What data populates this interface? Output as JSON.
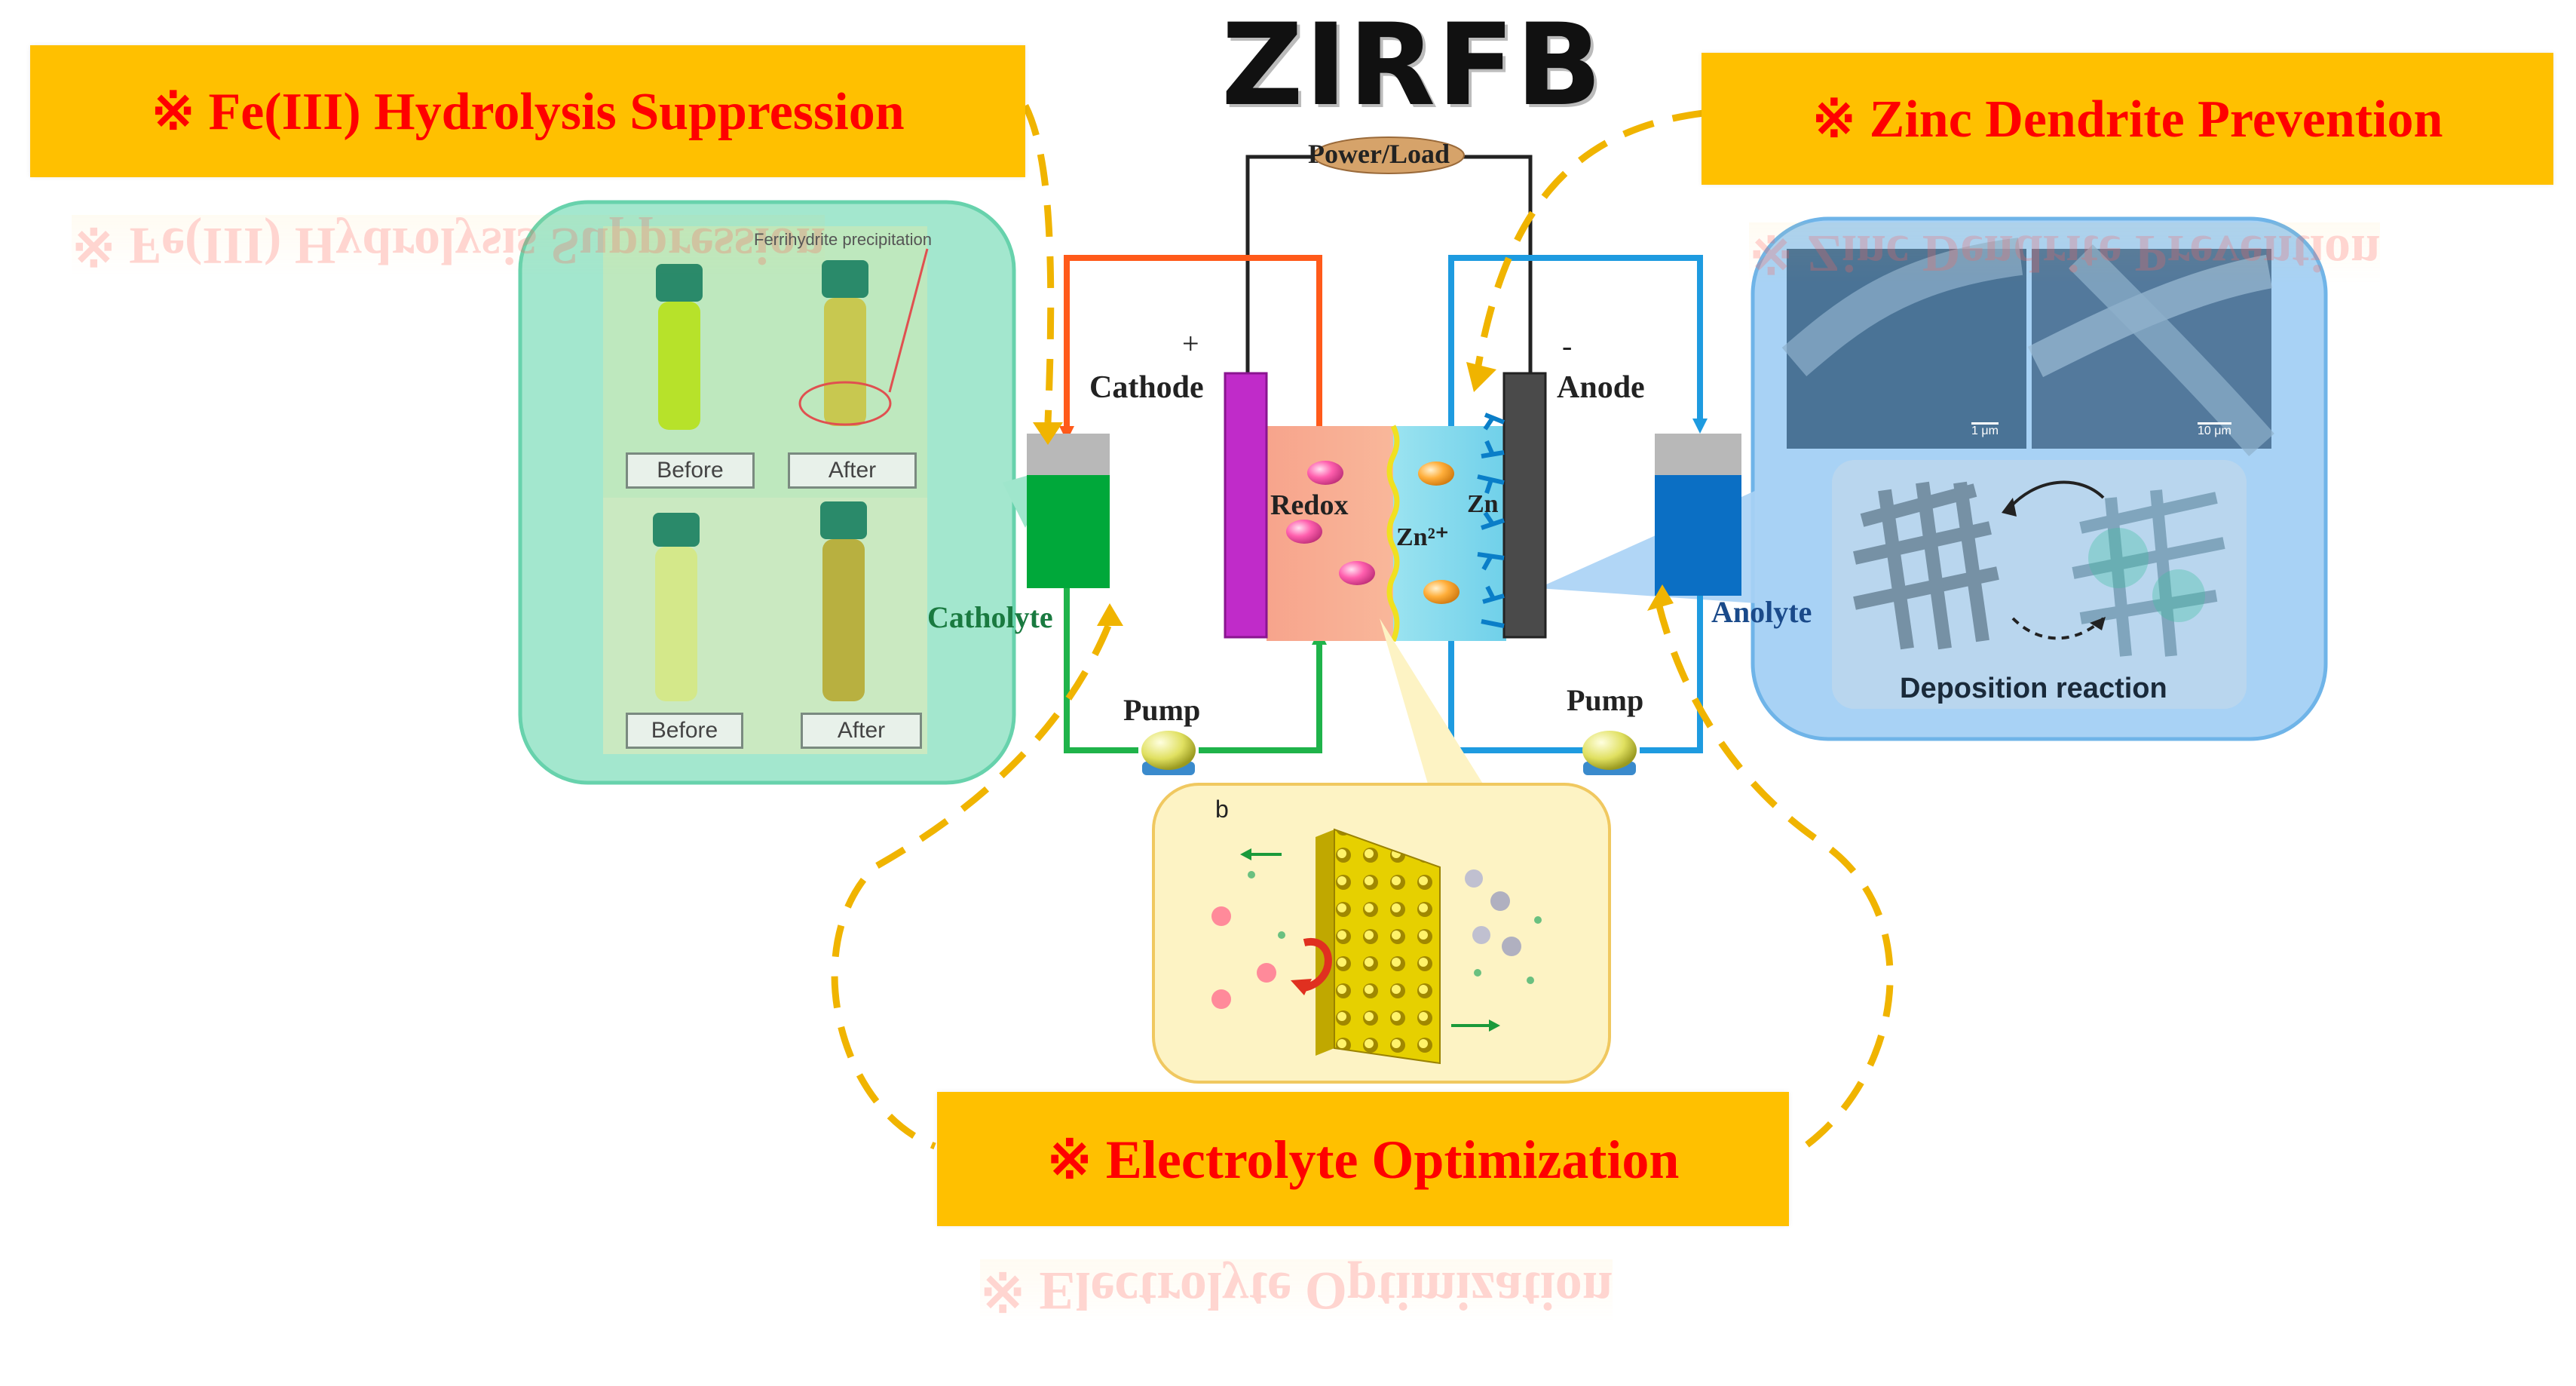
{
  "title": "ZIRFB",
  "banners": {
    "hydrolysis": "※  Fe(III) Hydrolysis Suppression",
    "dendrite": "※  Zinc Dendrite Prevention",
    "electrolyte": "※  Electrolyte Optimization"
  },
  "cell": {
    "power_load": "Power/Load",
    "plus": "+",
    "minus": "-",
    "cathode": "Cathode",
    "anode": "Anode",
    "redox": "Redox",
    "zn_ion": "Zn²⁺",
    "zn": "Zn",
    "catholyte": "Catholyte",
    "anolyte": "Anolyte",
    "pump_left": "Pump",
    "pump_right": "Pump"
  },
  "left_panel": {
    "caption": "Ferrihydrite precipitation",
    "labels": [
      "Before",
      "After",
      "Before",
      "After"
    ]
  },
  "right_panel": {
    "scale_left": "1 μm",
    "scale_right": "10 μm",
    "caption": "Deposition reaction"
  },
  "bottom_panel": {
    "label": "b"
  },
  "colors": {
    "banner_bg": "#ffc000",
    "banner_text": "#ff0000",
    "catholyte": "#00a83a",
    "anolyte": "#0b6fc4",
    "cathode_electrode": "#c02bc9",
    "anode_electrode": "#4a4a4a",
    "pipe_orange": "#ff5a1a",
    "pipe_green": "#1fb34a",
    "pipe_blue": "#1e9be0",
    "dash": "#f0b400"
  }
}
